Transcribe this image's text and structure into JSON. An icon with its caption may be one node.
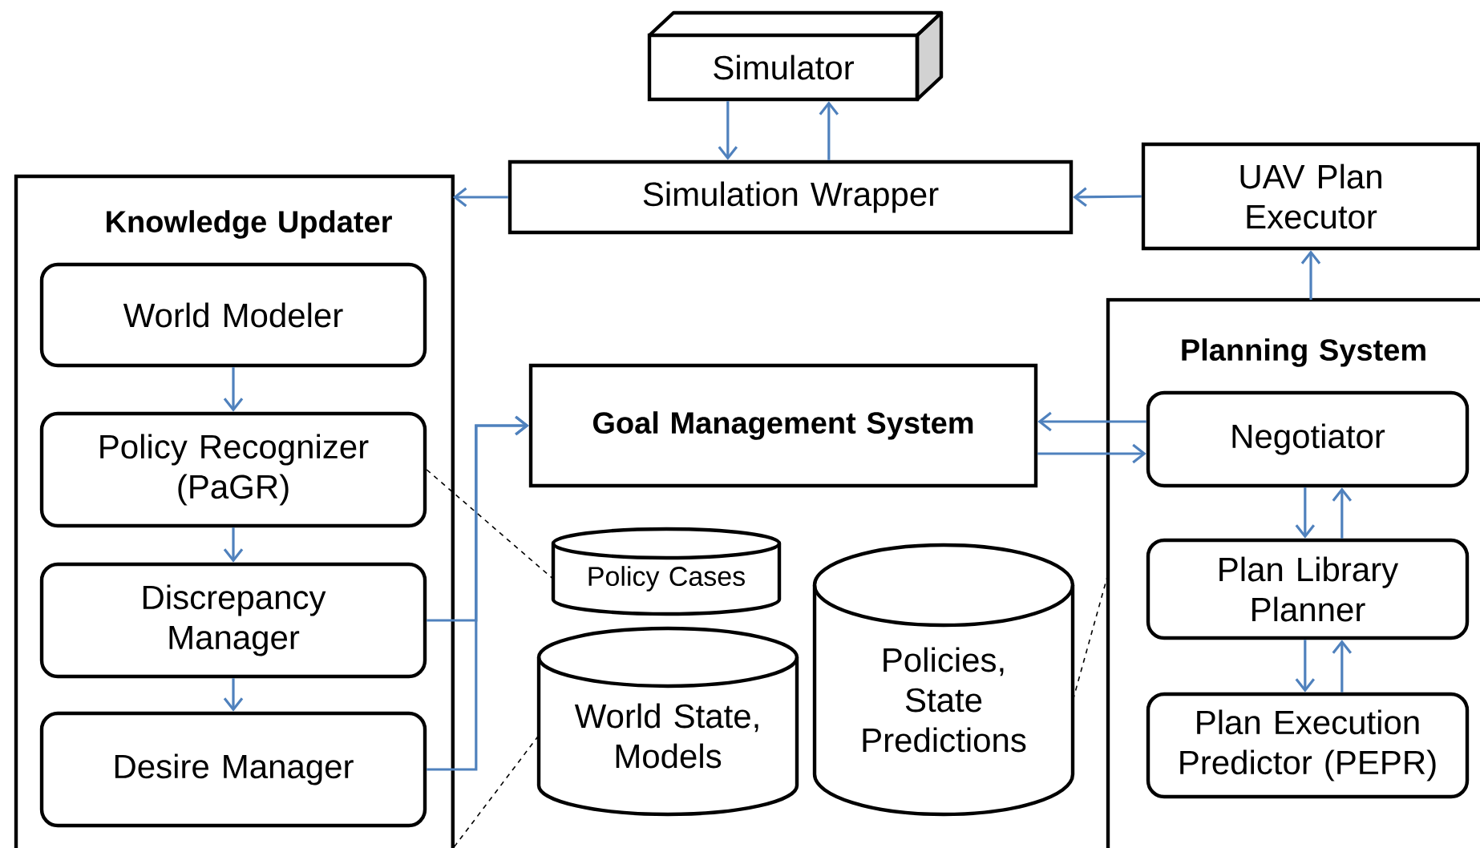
{
  "diagram": {
    "nodes": [
      {
        "text": [
          "Simulator"
        ]
      },
      {
        "text": [
          "Simulation Wrapper"
        ]
      },
      {
        "text": [
          "UAV Plan Executor"
        ]
      },
      {
        "text": [
          "Knowledge Updater"
        ]
      },
      {
        "text": [
          "World Modeler"
        ],
        "in": 3
      },
      {
        "text": [
          "Policy Recognizer (PaGR)"
        ],
        "in": 3
      },
      {
        "text": [
          "Discrepancy Manager"
        ],
        "in": 3
      },
      {
        "text": [
          "Desire Manager"
        ],
        "in": 3
      },
      {
        "text": [
          "Goal Management System"
        ]
      },
      {
        "text": [
          "Policy Cases"
        ]
      },
      {
        "text": [
          "World State, Models"
        ]
      },
      {
        "text": [
          "Policies, State Predictions"
        ]
      },
      {
        "text": [
          "Planning System"
        ]
      },
      {
        "text": [
          "Negotiator"
        ],
        "in": 12
      },
      {
        "text": [
          "Plan Library Planner"
        ],
        "in": 12
      },
      {
        "text": [
          "Plan Execution Predictor (PEPR)"
        ],
        "in": 12
      }
    ],
    "edges": [
      {
        "from": 0,
        "to": 1,
        "arrow": "to"
      },
      {
        "from": 1,
        "to": 0,
        "arrow": "to"
      },
      {
        "from": 1,
        "to": 3,
        "arrow": "to"
      },
      {
        "from": 2,
        "to": 1,
        "arrow": "to"
      },
      {
        "from": 12,
        "to": 2,
        "arrow": "to"
      },
      {
        "from": 4,
        "to": 5,
        "arrow": "to"
      },
      {
        "from": 5,
        "to": 6,
        "arrow": "to"
      },
      {
        "from": 6,
        "to": 7,
        "arrow": "to"
      },
      {
        "from": 6,
        "to": 8,
        "arrow": "to"
      },
      {
        "from": 7,
        "to": 8,
        "arrow": "to"
      },
      {
        "from": 13,
        "to": 8,
        "arrow": "to"
      },
      {
        "from": 8,
        "to": 13,
        "arrow": "to"
      },
      {
        "from": 13,
        "to": 14,
        "arrow": "to"
      },
      {
        "from": 14,
        "to": 13,
        "arrow": "to"
      },
      {
        "from": 14,
        "to": 15,
        "arrow": "to"
      },
      {
        "from": 15,
        "to": 14,
        "arrow": "to"
      },
      {
        "from": 5,
        "to": 9,
        "arrow": "none",
        "style": "dashed",
        "color": "#000000"
      },
      {
        "from": 10,
        "to": 3,
        "arrow": "none",
        "style": "dashed",
        "color": "#000000"
      },
      {
        "from": 11,
        "to": 12,
        "arrow": "none",
        "style": "dashed",
        "color": "#000000"
      }
    ]
  }
}
